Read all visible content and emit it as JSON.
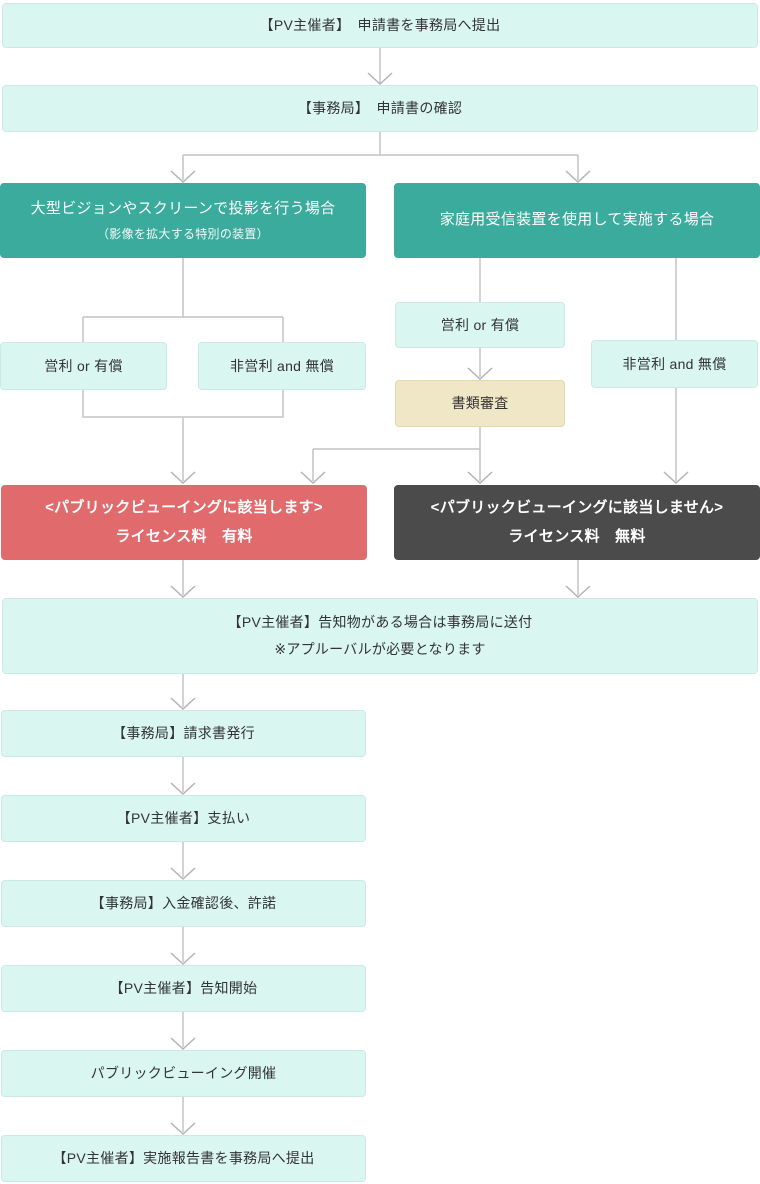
{
  "palette": {
    "mint": "#d9f6f0",
    "teal": "#3aab9c",
    "beige": "#f0e7c7",
    "red": "#e06a6c",
    "dark_gray": "#4b4b4b",
    "connector_gray": "#c4c4c4",
    "text": "#333333"
  },
  "flow": {
    "submit": {
      "label": "【PV主催者】　申請書を事務局へ提出"
    },
    "confirm": {
      "label": "【事務局】　申請書の確認"
    },
    "branch_projection": {
      "title": "大型ビジョンやスクリーンで投影を行う場合",
      "subtitle": "（影像を拡大する特別の装置）"
    },
    "branch_home": {
      "title": "家庭用受信装置を使用して実施する場合"
    },
    "proj_commercial": {
      "label": "営利 or 有償"
    },
    "proj_noncommercial": {
      "label": "非営利 and 無償"
    },
    "home_commercial": {
      "label": "営利 or 有償"
    },
    "home_noncommercial": {
      "label": "非営利 and 無償"
    },
    "review": {
      "label": "書類審査"
    },
    "applicable": {
      "line1": "<パブリックビューイングに該当します>",
      "line2": "ライセンス料　有料"
    },
    "not_applicable": {
      "line1": "<パブリックビューイングに該当しません>",
      "line2": "ライセンス料　無料"
    },
    "notice": {
      "line1": "【PV主催者】告知物がある場合は事務局に送付",
      "line2": "※アプルーバルが必要となります"
    },
    "steps": [
      "【事務局】請求書発行",
      "【PV主催者】支払い",
      "【事務局】入金確認後、許諾",
      "【PV主催者】告知開始",
      "パブリックビューイング開催",
      "【PV主催者】実施報告書を事務局へ提出"
    ]
  }
}
